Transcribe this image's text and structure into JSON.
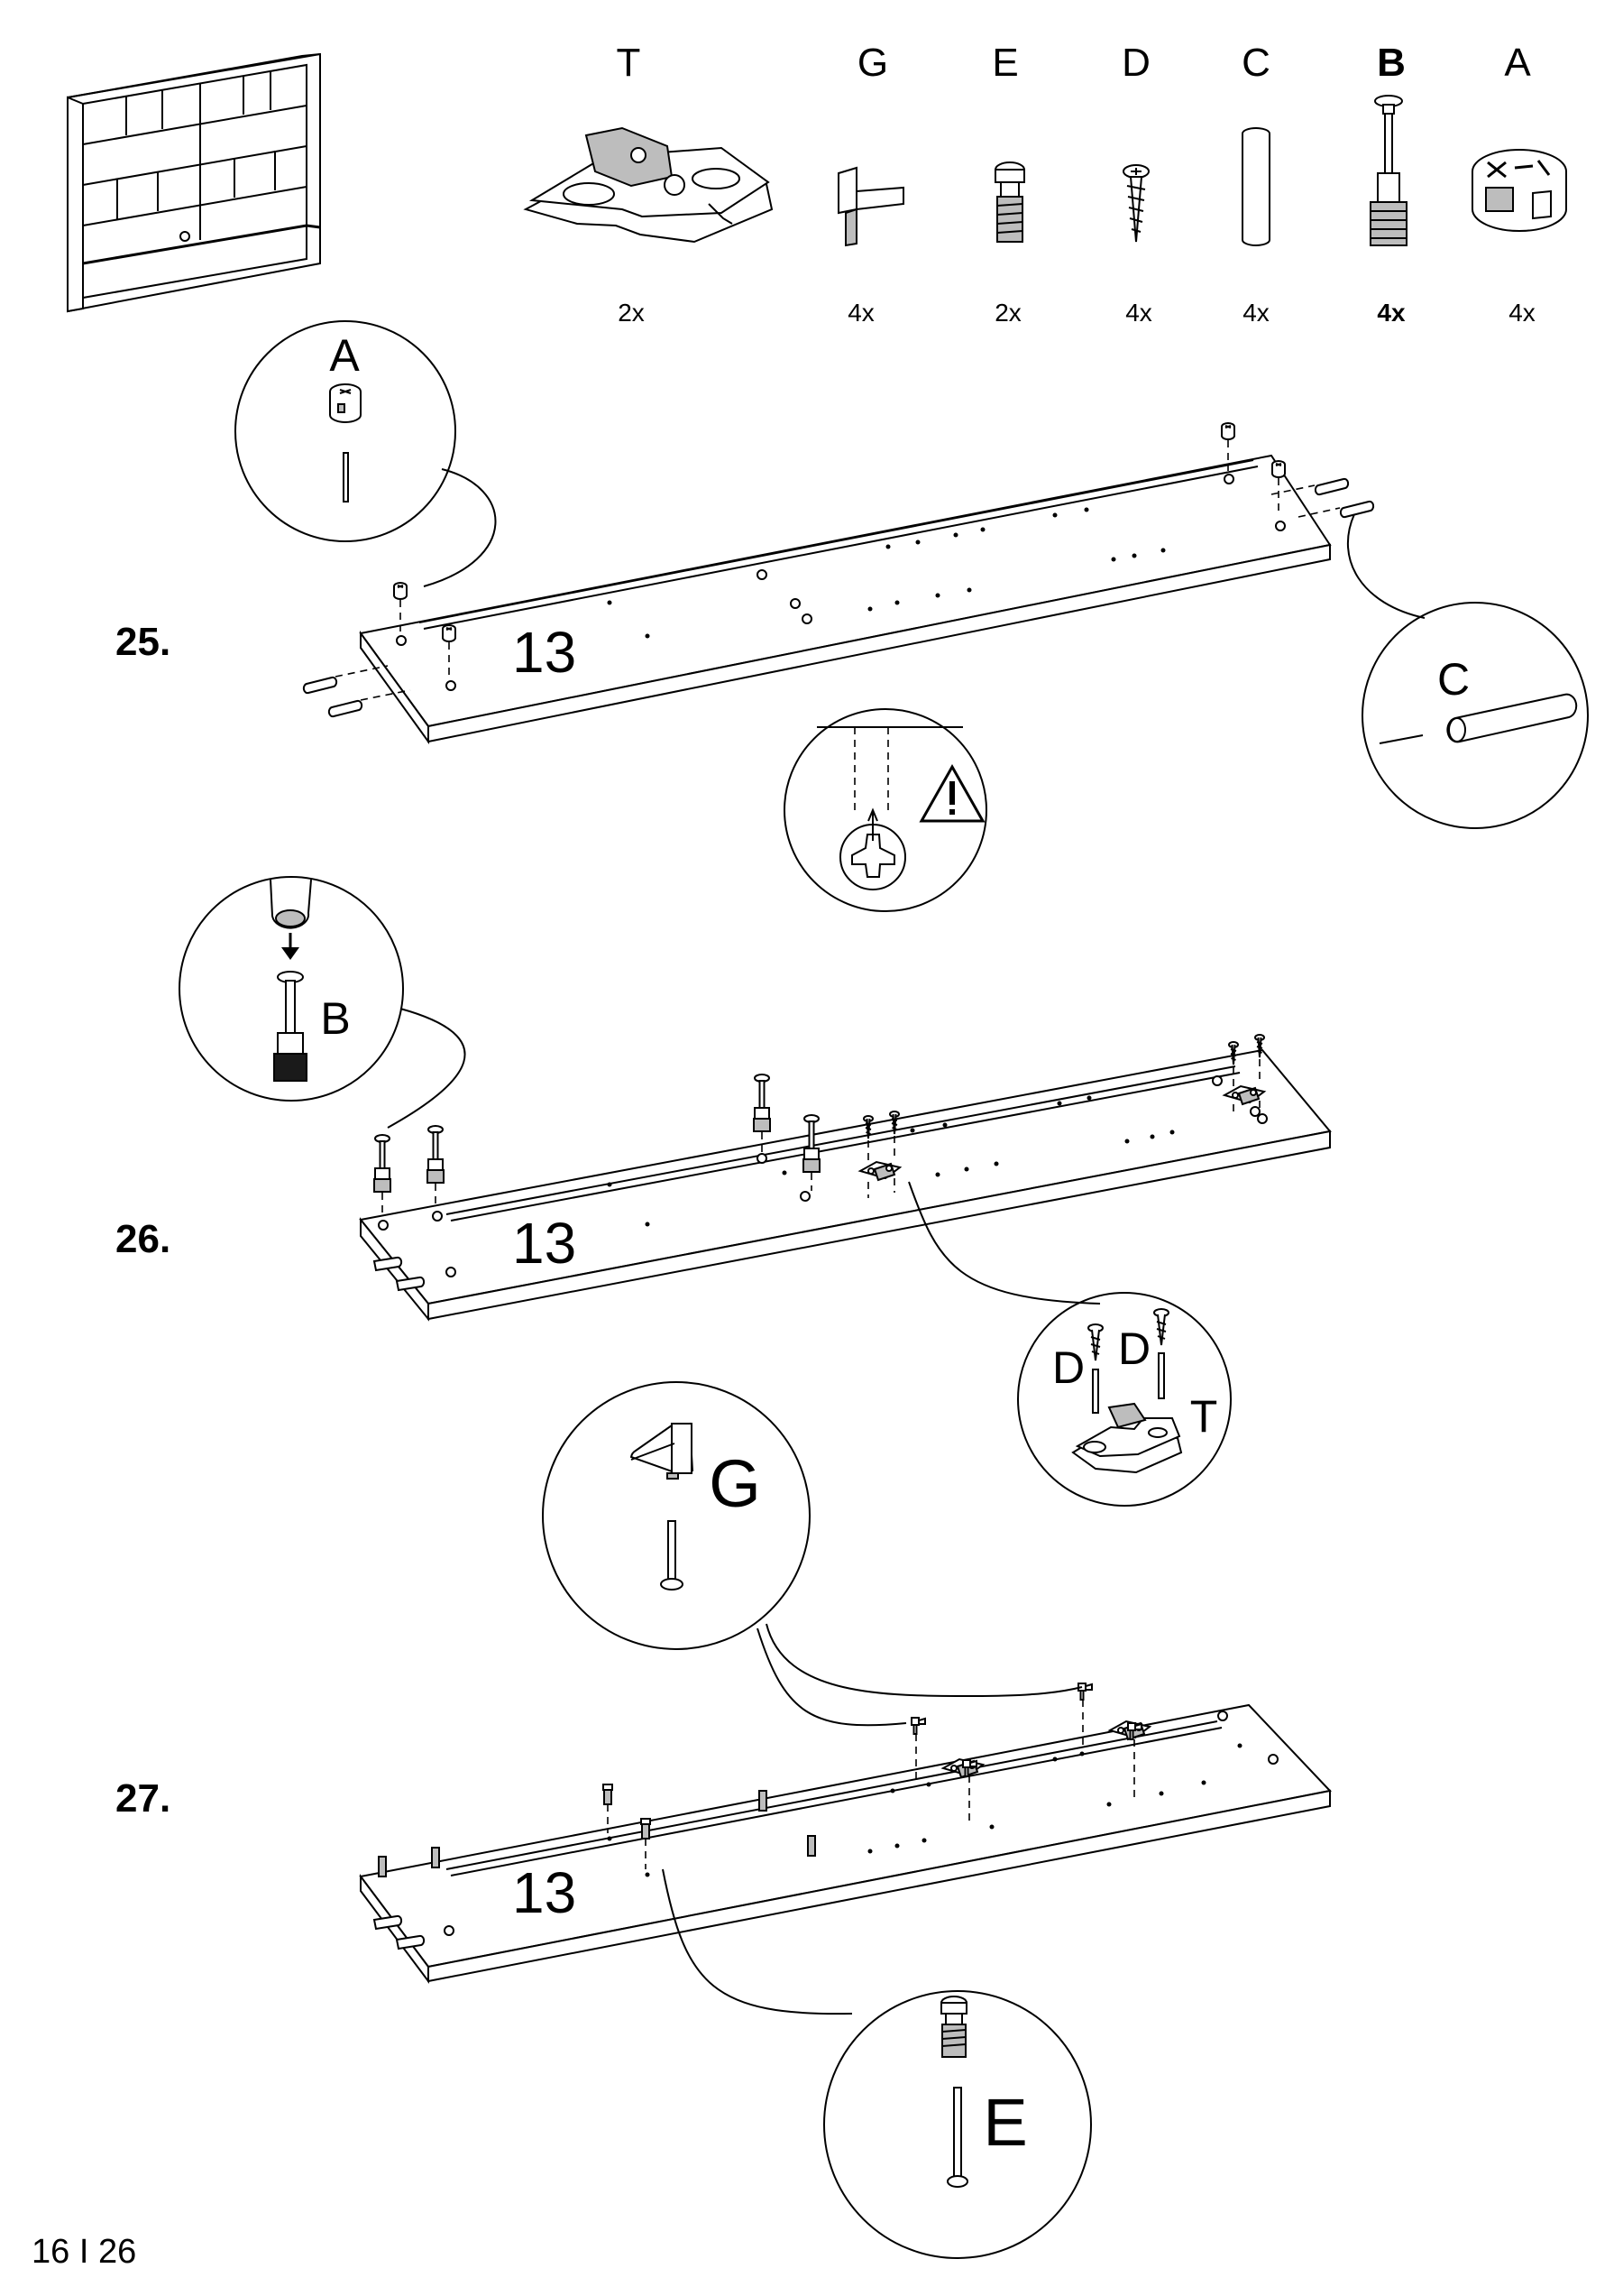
{
  "parts": [
    {
      "id": "T",
      "letter": "T",
      "qty": "2x",
      "icon": "hinge-plate-icon",
      "bold": false
    },
    {
      "id": "G",
      "letter": "G",
      "qty": "4x",
      "icon": "shelf-support-pin-icon",
      "bold": false
    },
    {
      "id": "E",
      "letter": "E",
      "qty": "2x",
      "icon": "connector-bolt-icon",
      "bold": false
    },
    {
      "id": "D",
      "letter": "D",
      "qty": "4x",
      "icon": "wood-screw-icon",
      "bold": false
    },
    {
      "id": "C",
      "letter": "C",
      "qty": "4x",
      "icon": "wooden-dowel-icon",
      "bold": false
    },
    {
      "id": "B",
      "letter": "B",
      "qty": "4x",
      "icon": "cam-bolt-icon",
      "bold": true
    },
    {
      "id": "A",
      "letter": "A",
      "qty": "4x",
      "icon": "cam-lock-icon",
      "bold": false
    }
  ],
  "steps": [
    {
      "number": "25.",
      "panel": "13",
      "callouts": [
        "A",
        "C"
      ],
      "warning": "warning-icon"
    },
    {
      "number": "26.",
      "panel": "13",
      "callouts": [
        "B",
        "D",
        "D",
        "T"
      ]
    },
    {
      "number": "27.",
      "panel": "13",
      "callouts": [
        "G",
        "E"
      ]
    }
  ],
  "page": {
    "label": "16 I 26"
  }
}
